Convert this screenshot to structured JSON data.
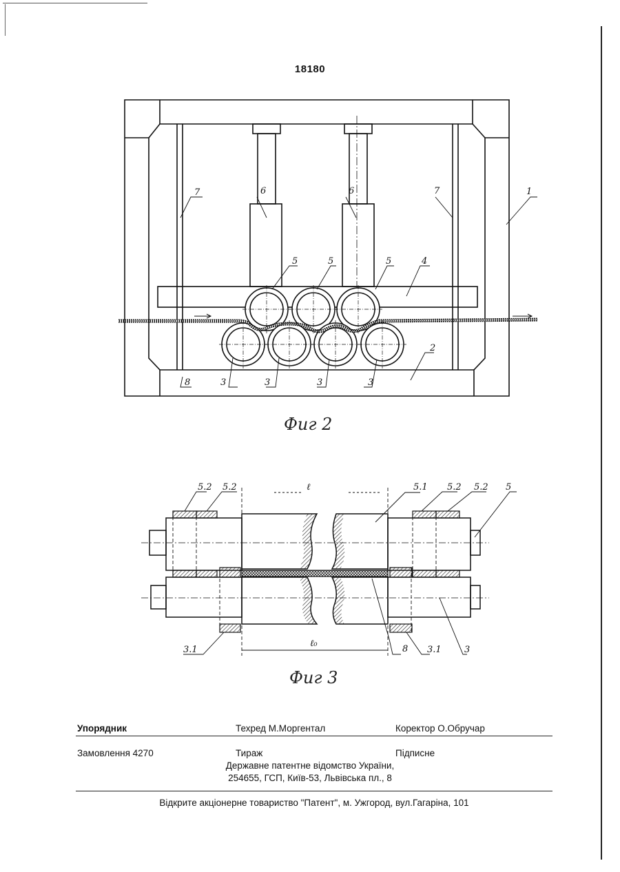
{
  "document": {
    "page_number": "18180"
  },
  "figure2": {
    "caption": "Фиг 2",
    "labels": {
      "frame": "1",
      "bottom_beam": "2",
      "lower_roll": "3",
      "upper_beam": "4",
      "upper_roll": "5",
      "cylinder": "6",
      "column": "7",
      "strip": "8"
    }
  },
  "figure3": {
    "caption": "Фиг 3",
    "labels": {
      "upper_roll": "5",
      "roll_body": "5.1",
      "ring": "5.2",
      "lower_roll": "3",
      "lower_ring": "3.1",
      "strip": "8",
      "length_top": "ℓ",
      "length_bottom": "ℓ₀"
    }
  },
  "footer": {
    "compiler": "Упорядник",
    "techred": "Техред М.Моргентал",
    "corrector": "Коректор  О.Обручар",
    "order": "Замовлення  4270",
    "circulation": "Тираж",
    "subscription": "Підписне",
    "office_line1": "Державне  патентне  відомство  України,",
    "office_line2": "254655, ГСП, Київ-53, Львівська пл., 8",
    "publisher": "Відкрите акціонерне товариство  \"Патент\", м. Ужгород, вул.Гагаріна, 101"
  }
}
